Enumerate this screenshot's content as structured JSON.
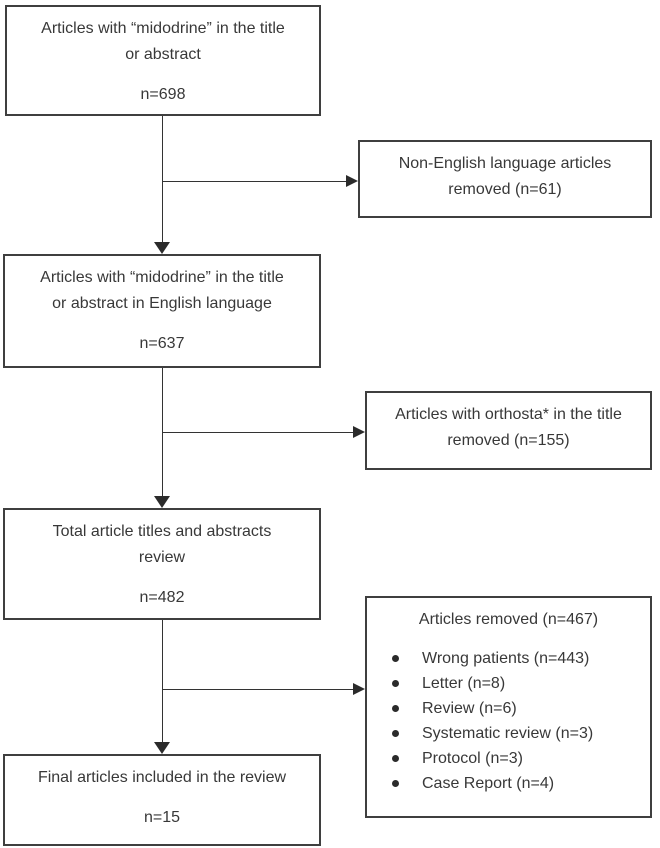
{
  "diagram": {
    "main_flow": [
      {
        "line1": "Articles with “midodrine” in the title",
        "line2": "or abstract",
        "count": "n=698"
      },
      {
        "line1": "Articles with “midodrine” in the title",
        "line2": "or abstract in English language",
        "count": "n=637"
      },
      {
        "line1": "Total article titles and abstracts",
        "line2": "review",
        "count": "n=482"
      },
      {
        "line1": "Final articles included in the review",
        "count": "n=15"
      }
    ],
    "exclusions": [
      {
        "line1": "Non-English language articles",
        "line2": "removed (n=61)"
      },
      {
        "line1": "Articles with orthosta* in the title",
        "line2": "removed (n=155)"
      }
    ],
    "removed_box": {
      "title": "Articles removed (n=467)",
      "items": [
        "Wrong patients (n=443)",
        "Letter (n=8)",
        "Review (n=6)",
        "Systematic review (n=3)",
        "Protocol (n=3)",
        "Case Report (n=4)"
      ]
    },
    "colors": {
      "border": "#3f3f3f",
      "text": "#383838",
      "line": "#333333"
    }
  }
}
